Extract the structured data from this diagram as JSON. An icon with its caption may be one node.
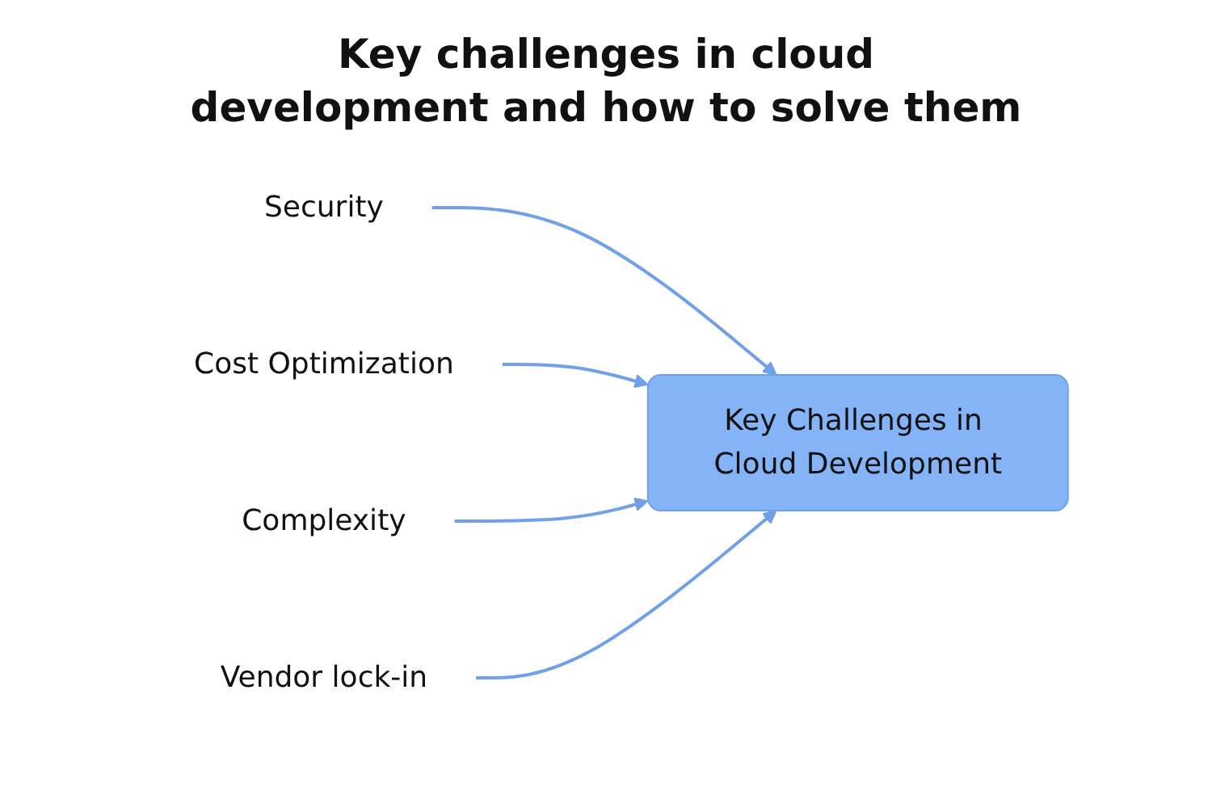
{
  "diagram": {
    "title": "Key challenges in cloud development and how to solve them",
    "nodes": [
      {
        "text": [
          "Security"
        ]
      },
      {
        "text": [
          "Cost Optimization"
        ]
      },
      {
        "text": [
          "Key Challenges in Cloud Development"
        ]
      },
      {
        "text": [
          "Complexity"
        ]
      },
      {
        "text": [
          "Vendor lock-in"
        ]
      }
    ],
    "edges": [
      {
        "from": 0,
        "to": 2,
        "arrow": "to"
      },
      {
        "from": 1,
        "to": 2,
        "arrow": "to"
      },
      {
        "from": 3,
        "to": 2,
        "arrow": "to"
      },
      {
        "from": 4,
        "to": 2,
        "arrow": "to"
      }
    ]
  }
}
